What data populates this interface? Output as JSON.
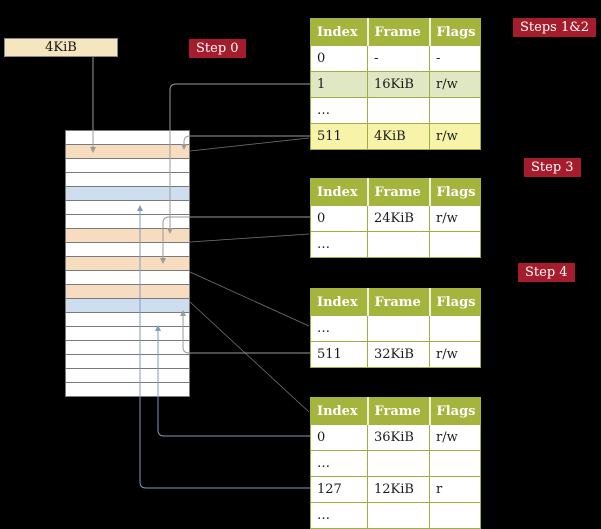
{
  "figure": {
    "cr3_box_label": "4KiB"
  },
  "badges": [
    {
      "id": "step0",
      "label": "Step 0"
    },
    {
      "id": "steps12",
      "label": "Steps 1&2"
    },
    {
      "id": "step3",
      "label": "Step 3"
    },
    {
      "id": "step4",
      "label": "Step 4"
    }
  ],
  "page_tables": [
    {
      "name": "level-4-table",
      "headers": [
        "Index",
        "Frame",
        "Flags"
      ],
      "rows": [
        {
          "index": "0",
          "frame": "-",
          "flags": "-",
          "highlight": "none"
        },
        {
          "index": "1",
          "frame": "16KiB",
          "flags": "r/w",
          "highlight": "green"
        },
        {
          "index": "…",
          "frame": "",
          "flags": "",
          "highlight": "none"
        },
        {
          "index": "511",
          "frame": "4KiB",
          "flags": "r/w",
          "highlight": "yellow"
        }
      ]
    },
    {
      "name": "level-3-table",
      "headers": [
        "Index",
        "Frame",
        "Flags"
      ],
      "rows": [
        {
          "index": "0",
          "frame": "24KiB",
          "flags": "r/w",
          "highlight": "none"
        },
        {
          "index": "…",
          "frame": "",
          "flags": "",
          "highlight": "none"
        }
      ]
    },
    {
      "name": "level-2-table",
      "headers": [
        "Index",
        "Frame",
        "Flags"
      ],
      "rows": [
        {
          "index": "…",
          "frame": "",
          "flags": "",
          "highlight": "none"
        },
        {
          "index": "511",
          "frame": "32KiB",
          "flags": "r/w",
          "highlight": "none"
        }
      ]
    },
    {
      "name": "level-1-table",
      "headers": [
        "Index",
        "Frame",
        "Flags"
      ],
      "rows": [
        {
          "index": "0",
          "frame": "36KiB",
          "flags": "r/w",
          "highlight": "none"
        },
        {
          "index": "…",
          "frame": "",
          "flags": "",
          "highlight": "none"
        },
        {
          "index": "127",
          "frame": "12KiB",
          "flags": "r",
          "highlight": "none"
        },
        {
          "index": "…",
          "frame": "",
          "flags": "",
          "highlight": "none"
        }
      ]
    }
  ],
  "memory_column": {
    "rows": [
      "white",
      "page_table",
      "white",
      "white",
      "mapped",
      "white",
      "white",
      "page_table",
      "white",
      "page_table",
      "white",
      "page_table",
      "mapped",
      "white",
      "white",
      "white",
      "white",
      "white",
      "white"
    ]
  },
  "colors": {
    "badge_bg": "#a51c2c",
    "table_header_bg": "#a4b43c",
    "row_highlight_green": "#dfe8c2",
    "row_highlight_yellow": "#f7f3a8",
    "page_table_frame": "#f8dcc0",
    "mapped_frame": "#cfdeee",
    "arrow_gray": "#9a9a9a",
    "arrow_blue": "#7d9cc0"
  }
}
